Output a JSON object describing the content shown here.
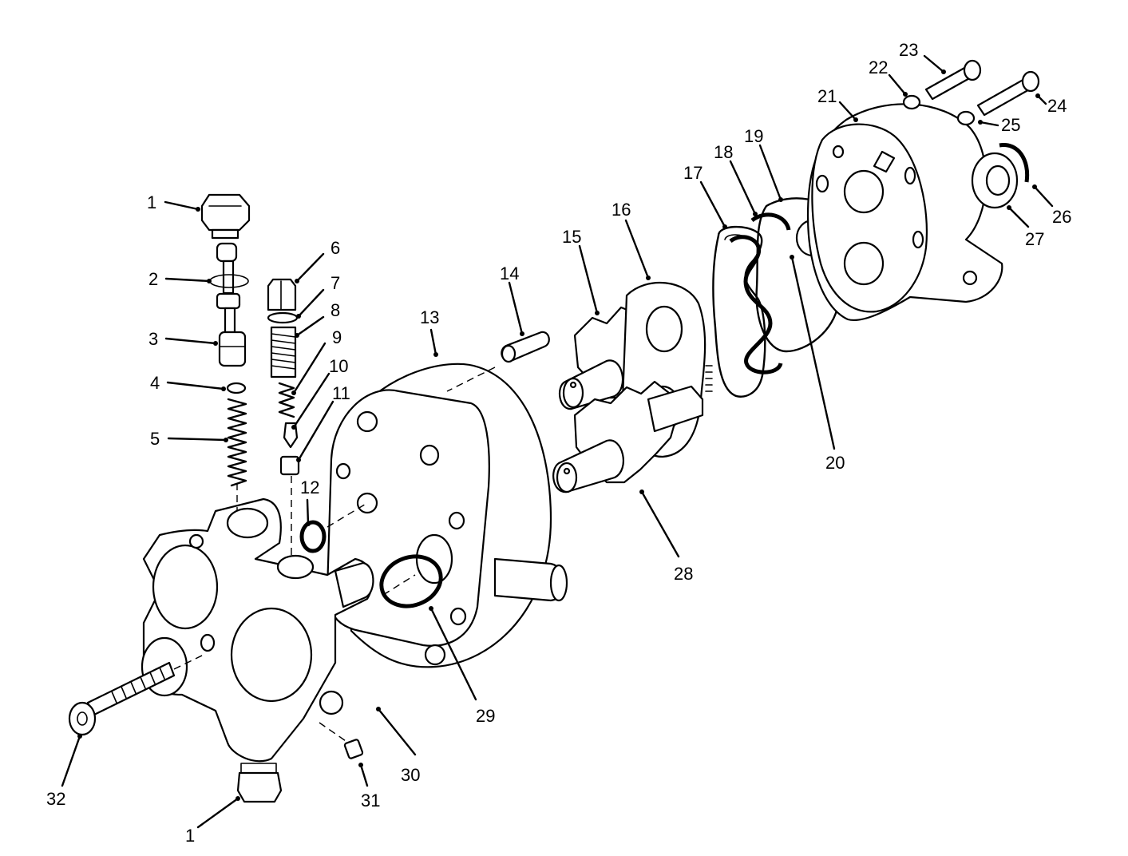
{
  "diagram": {
    "callouts": [
      {
        "id": "c1a",
        "label": "1"
      },
      {
        "id": "c2",
        "label": "2"
      },
      {
        "id": "c3",
        "label": "3"
      },
      {
        "id": "c4",
        "label": "4"
      },
      {
        "id": "c5",
        "label": "5"
      },
      {
        "id": "c6",
        "label": "6"
      },
      {
        "id": "c7",
        "label": "7"
      },
      {
        "id": "c8",
        "label": "8"
      },
      {
        "id": "c9",
        "label": "9"
      },
      {
        "id": "c10",
        "label": "10"
      },
      {
        "id": "c11",
        "label": "11"
      },
      {
        "id": "c12",
        "label": "12"
      },
      {
        "id": "c13",
        "label": "13"
      },
      {
        "id": "c14",
        "label": "14"
      },
      {
        "id": "c15",
        "label": "15"
      },
      {
        "id": "c16",
        "label": "16"
      },
      {
        "id": "c17",
        "label": "17"
      },
      {
        "id": "c18",
        "label": "18"
      },
      {
        "id": "c19",
        "label": "19"
      },
      {
        "id": "c20",
        "label": "20"
      },
      {
        "id": "c21",
        "label": "21"
      },
      {
        "id": "c22",
        "label": "22"
      },
      {
        "id": "c23",
        "label": "23"
      },
      {
        "id": "c24",
        "label": "24"
      },
      {
        "id": "c25",
        "label": "25"
      },
      {
        "id": "c26",
        "label": "26"
      },
      {
        "id": "c27",
        "label": "27"
      },
      {
        "id": "c28",
        "label": "28"
      },
      {
        "id": "c29",
        "label": "29"
      },
      {
        "id": "c30",
        "label": "30"
      },
      {
        "id": "c31",
        "label": "31"
      },
      {
        "id": "c32",
        "label": "32"
      },
      {
        "id": "c1b",
        "label": "1"
      }
    ]
  }
}
